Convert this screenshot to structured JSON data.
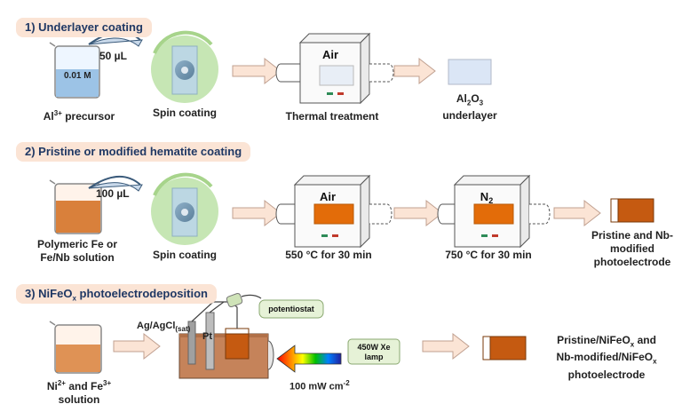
{
  "steps": [
    {
      "title": "1) Underlayer coating"
    },
    {
      "title": "2) Pristine or modified hematite coating"
    },
    {
      "title_prefix": "3) NiFeO",
      "title_sub": "x",
      "title_suffix": " photoelectrodeposition"
    }
  ],
  "row1": {
    "beaker_label": "0.01 M",
    "volume": "50 µL",
    "precursor_pre": "Al",
    "precursor_sup": "3+",
    "precursor_post": " precursor",
    "spin_label": "Spin coating",
    "furnace_atmosphere": "Air",
    "thermal_label": "Thermal treatment",
    "product_pre": "Al",
    "product_sub1": "2",
    "product_mid": "O",
    "product_sub2": "3",
    "product_line2": "underlayer"
  },
  "row2": {
    "volume": "100 µL",
    "solution_label": "Polymeric Fe or Fe/Nb solution",
    "spin_label": "Spin coating",
    "furnace1_atmosphere": "Air",
    "furnace1_label": "550 °C for 30 min",
    "furnace2_atmosphere_pre": "N",
    "furnace2_atmosphere_sub": "2",
    "furnace2_label": "750 °C for 30 min",
    "product_label": "Pristine and Nb-modified photoelectrode"
  },
  "row3": {
    "ref_electrode_pre": "Ag/AgCl",
    "ref_electrode_sub": "(sat)",
    "counter_electrode": "Pt",
    "potentiostat": "potentiostat",
    "lamp_label": "450W Xe lamp",
    "intensity_pre": "100 mW cm",
    "intensity_sup": "-2",
    "solution_pre1": "Ni",
    "solution_sup1": "2+",
    "solution_mid": " and Fe",
    "solution_sup2": "3+",
    "solution_line2": "solution",
    "product_pre1": "Pristine/NiFeO",
    "product_sub1": "x",
    "product_mid1": " and",
    "product_pre2": "Nb-modified/NiFeO",
    "product_sub2": "x",
    "product_line3": "photoelectrode"
  },
  "colors": {
    "banner": "#fbe4d5",
    "banner_text": "#1f3864",
    "spin_green": "#c6e6b4",
    "hematite": "#c55a11",
    "arrow_fill": "#fbe4d5",
    "arrow_stroke": "#c0a090",
    "furnace_window": "#e36c09",
    "alumina_film": "#dbe6f6"
  }
}
